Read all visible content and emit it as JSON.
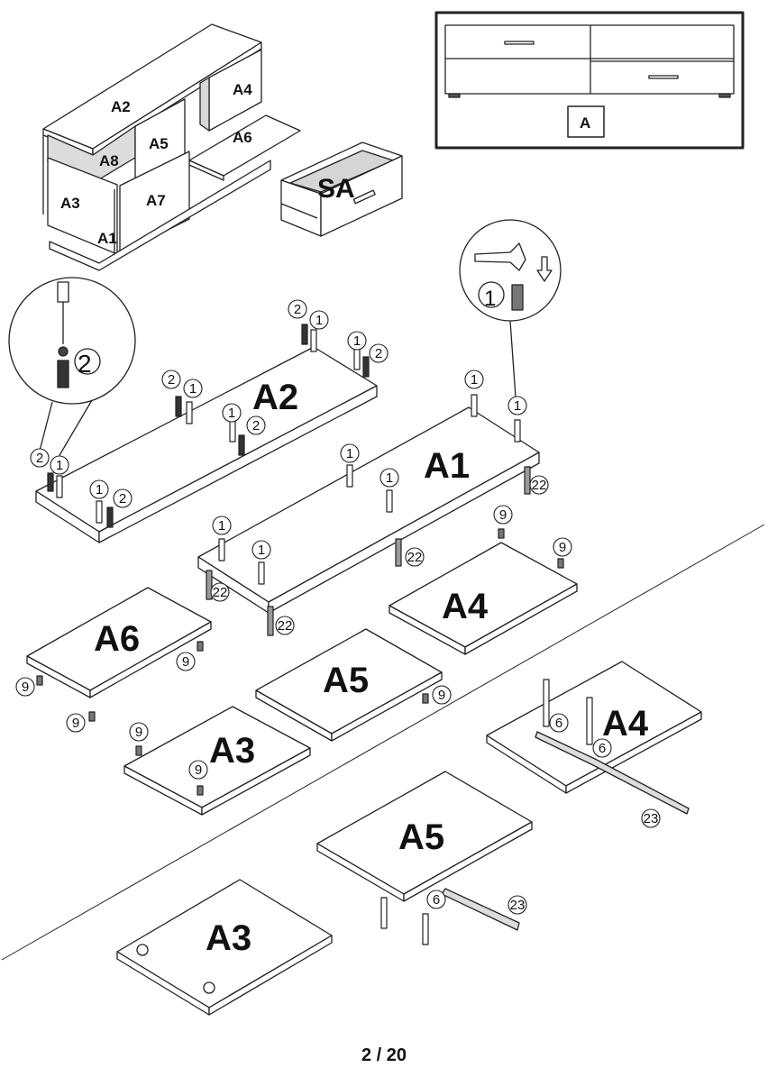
{
  "overview": {
    "labels": [
      "A2",
      "A4",
      "A6",
      "A8",
      "A5",
      "A3",
      "A7",
      "A1",
      "SA"
    ]
  },
  "legend_box": {
    "label": "A"
  },
  "panels": {
    "a2": "A2",
    "a1": "A1",
    "a6": "A6",
    "a4_top": "A4",
    "a5_mid": "A5",
    "a3_mid": "A3",
    "a4_right": "A4",
    "a5_bottom": "A5",
    "a3_bottom": "A3"
  },
  "hardware_refs": {
    "dowel": "1",
    "cam_bolt": "2",
    "screw_short": "6",
    "cam_lock": "9",
    "screw_long": "22",
    "drawer_runner": "23"
  },
  "page_number": "2 / 20"
}
